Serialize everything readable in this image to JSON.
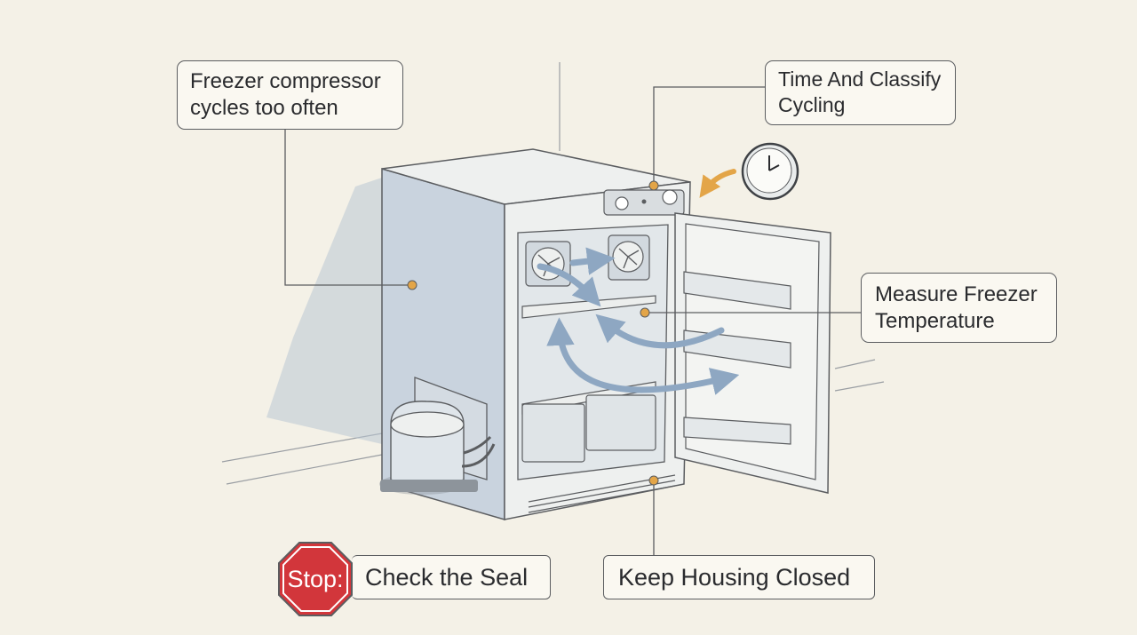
{
  "callouts": {
    "problem": [
      "Freezer compressor",
      "cycles too often"
    ],
    "cycling": [
      "Time And Classify",
      "Cycling"
    ],
    "temperature": [
      "Measure Freezer",
      "Temperature"
    ],
    "seal": "Check the Seal",
    "housing": "Keep Housing Closed"
  },
  "stop_sign": {
    "label": "Stop:",
    "color": "#d2363b"
  },
  "colors": {
    "background": "#f4f1e7",
    "fridge_body": "#eef0ef",
    "fridge_side": "#c9d3de",
    "airflow": "#8ea7c2",
    "marker": "#e3a548",
    "outline": "#5b5d60"
  },
  "icons": [
    "clock-icon",
    "fan-icon",
    "compressor-icon",
    "airflow-arrow-icon",
    "stop-sign-icon"
  ]
}
